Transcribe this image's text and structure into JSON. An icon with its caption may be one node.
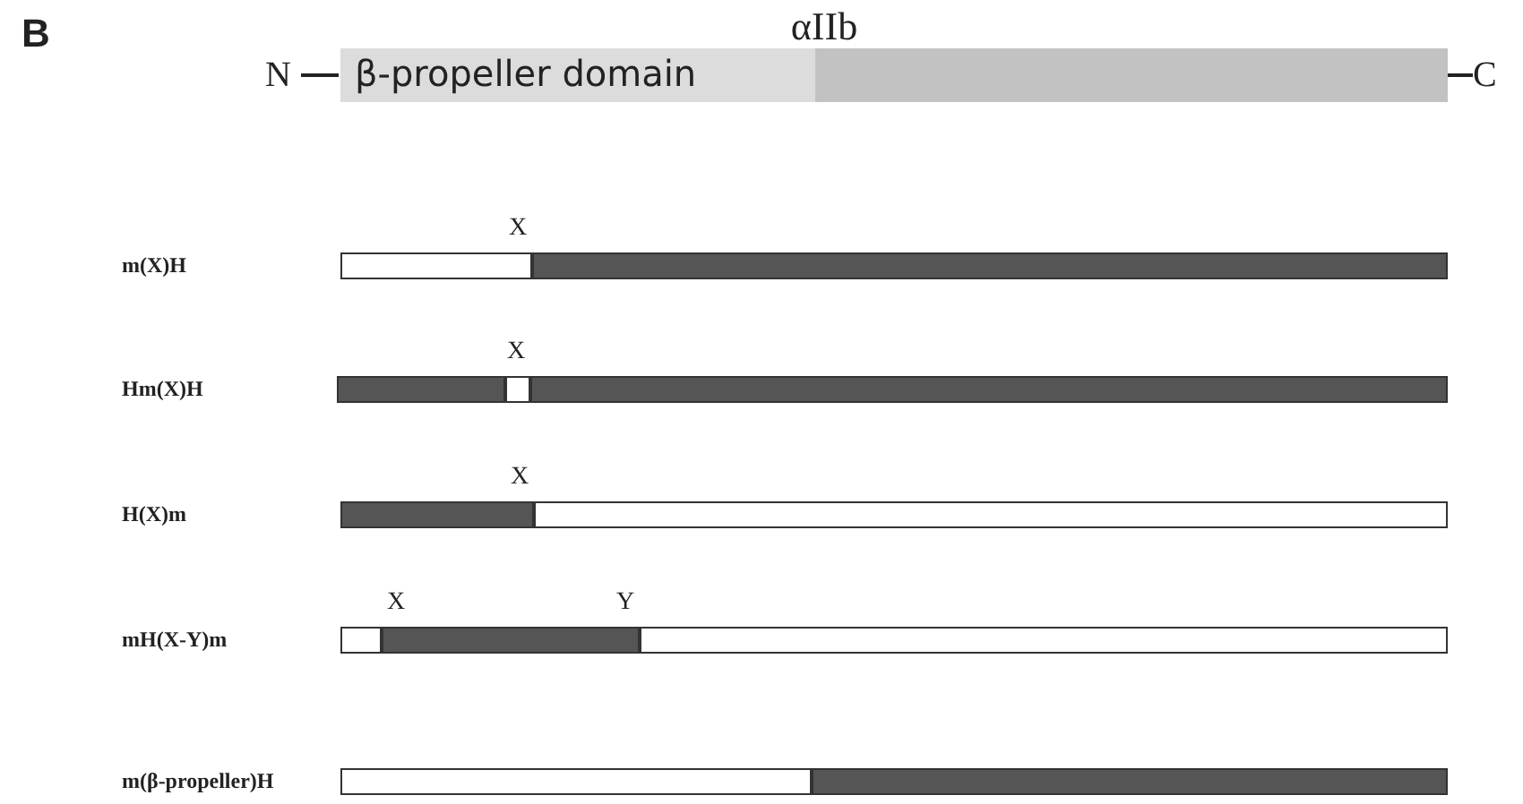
{
  "diagram": {
    "title": "αIIb",
    "nodes": [
      {
        "text": [
          "β-propeller domain"
        ]
      },
      {
        "text": [],
        "shape": "bar"
      },
      {
        "text": [],
        "shape": "bar"
      },
      {
        "text": [],
        "shape": "bar"
      },
      {
        "text": [],
        "shape": "bar"
      },
      {
        "text": [],
        "shape": "bar"
      },
      {
        "text": [],
        "shape": "bar"
      },
      {
        "text": [],
        "shape": "bar"
      },
      {
        "text": [],
        "shape": "bar"
      },
      {
        "text": [],
        "shape": "bar"
      },
      {
        "text": [],
        "shape": "bar"
      },
      {
        "text": [],
        "shape": "bar"
      },
      {
        "text": [],
        "shape": "bar"
      },
      {
        "text": [],
        "shape": "bar"
      }
    ],
    "labels": [
      "B",
      "N",
      "C",
      "X",
      "m(X)H",
      "X",
      "Hm(X)H",
      "X",
      "H(X)m",
      "X",
      "Y",
      "mH(X-Y)m",
      "m(β-propeller)H"
    ]
  }
}
